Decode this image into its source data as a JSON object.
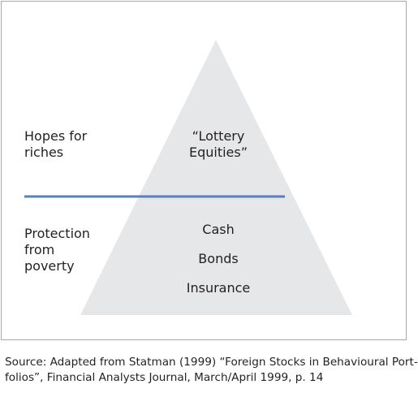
{
  "colors": {
    "pyramid_fill": "#e6e7e8",
    "divider_line": "#5a7fc1",
    "frame_border": "#a7a9ac",
    "text": "#231f20"
  },
  "left_labels": {
    "upper": [
      "Hopes for",
      "riches"
    ],
    "lower": [
      "Protection",
      "from",
      "poverty"
    ]
  },
  "pyramid": {
    "top_layer": [
      "“Lottery",
      "Equities”"
    ],
    "bottom_layer": [
      "Cash",
      "Bonds",
      "Insurance"
    ]
  },
  "source_note": {
    "line1": "Source: Adapted from Statman (1999) “Foreign Stocks in Behavioural Port-",
    "line2": "folios”, Financial Analysts Journal, March/April 1999, p. 14"
  }
}
